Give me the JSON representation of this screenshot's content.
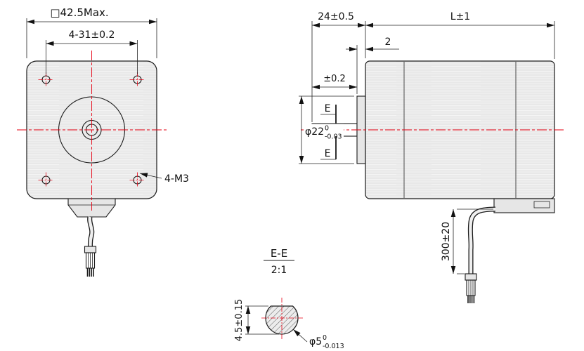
{
  "colors": {
    "centerline_red": "#e60012",
    "outline": "#1a1a1a",
    "face_fill": "#ededed",
    "background": "#ffffff"
  },
  "front_view": {
    "outer_square_dim": "□42.5Max.",
    "mounting_holes_dim": "4-31±0.2",
    "thread_callout": "4-M3"
  },
  "side_view": {
    "shaft_length_dim": "24±0.5",
    "body_length_dim": "L±1",
    "boss_height_dim": "2",
    "flat_tolerance_dim": "±0.2",
    "section_label_top": "E",
    "section_label_bottom": "E",
    "pilot_diameter": "φ22",
    "pilot_tol_upper": "0",
    "pilot_tol_lower": "-0.03",
    "cable_length_dim": "300±20"
  },
  "section_view": {
    "label": "E-E",
    "scale": "2:1",
    "flat_height_dim": "4.5±0.15",
    "shaft_diameter": "φ5",
    "shaft_tol_upper": "0",
    "shaft_tol_lower": "-0.013"
  }
}
